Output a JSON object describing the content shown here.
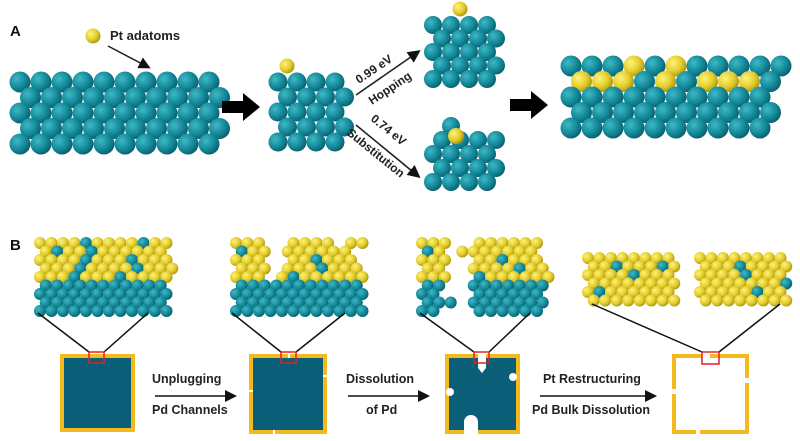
{
  "panel_a": {
    "letter": "A",
    "adatom_label": "Pt adatoms",
    "hopping": {
      "energy": "0.99 eV",
      "label": "Hopping"
    },
    "substitution": {
      "energy": "0.74 eV",
      "label": "Substitution"
    }
  },
  "panel_b": {
    "letter": "B",
    "step1": {
      "line1": "Unplugging",
      "line2": "Pd Channels"
    },
    "step2": {
      "line1": "Dissolution",
      "line2": "of Pd"
    },
    "step3": {
      "line1": "Pt Restructuring",
      "line2": "Pd Bulk Dissolution"
    }
  },
  "colors": {
    "pd_atom": "#13899a",
    "pt_atom": "#e2cc2a",
    "pd_cube": "#0b5e78",
    "pt_shell": "#f4b91c",
    "zoom_box": "#e0202a"
  }
}
